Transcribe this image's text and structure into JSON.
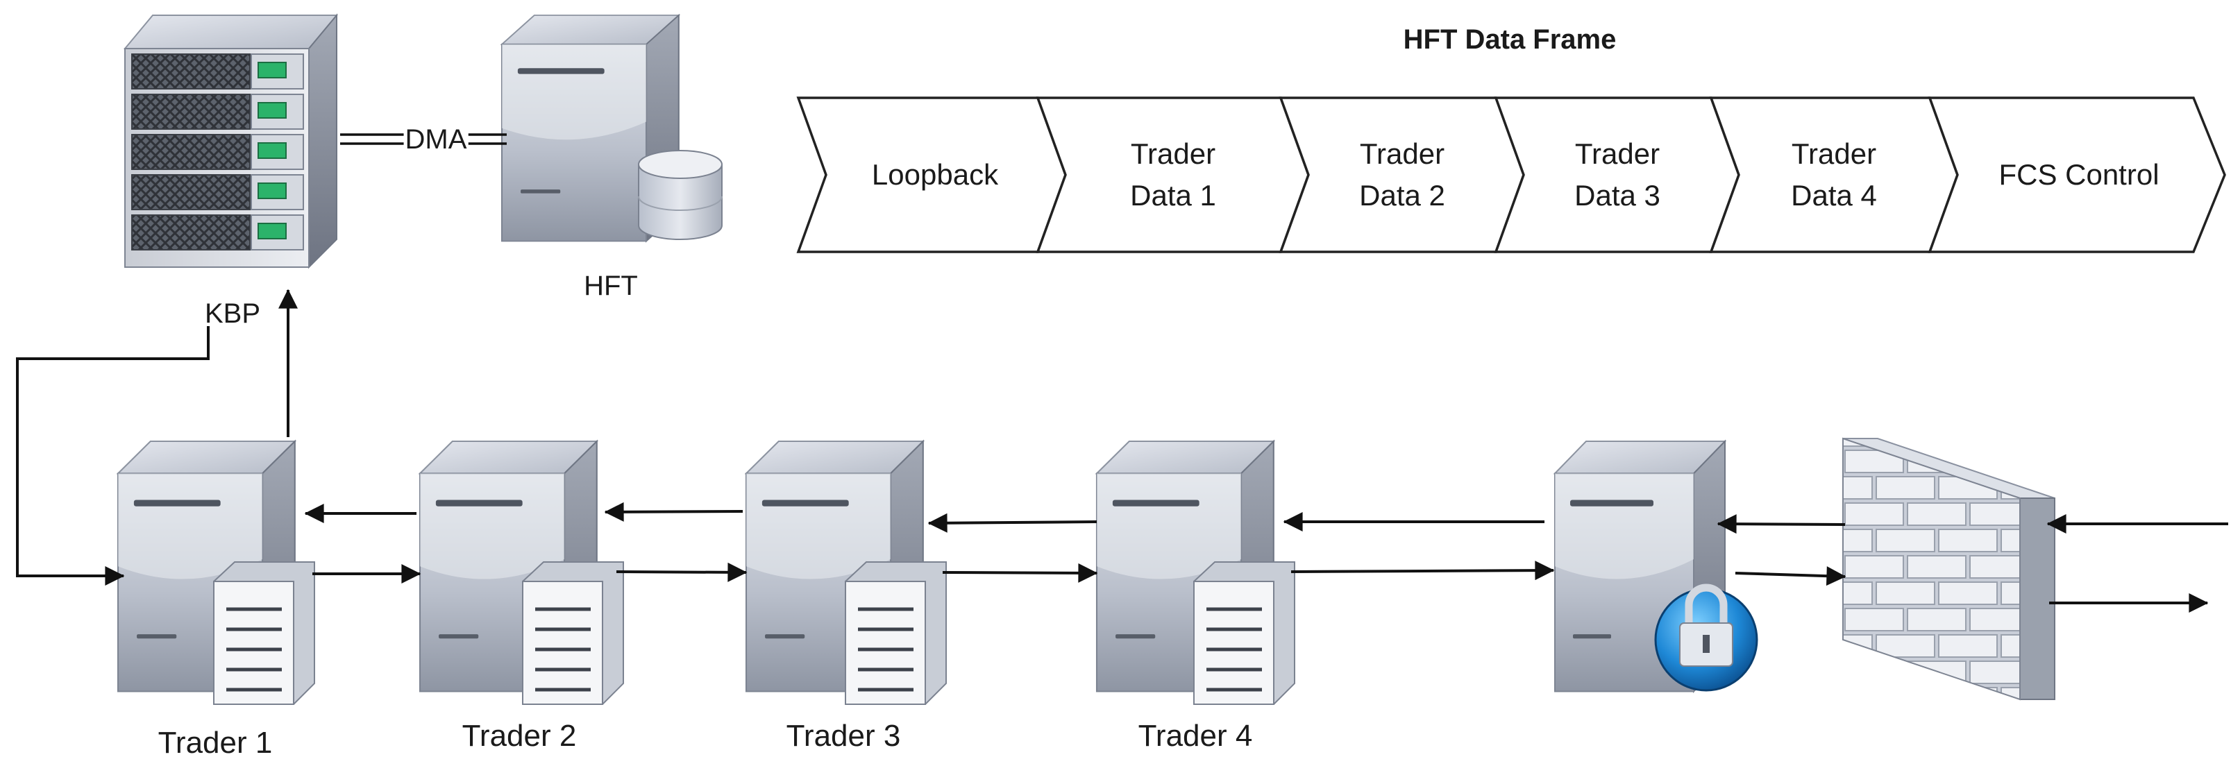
{
  "diagram": {
    "title": "HFT Data Frame",
    "dma_label": "DMA",
    "kbp_label": "KBP",
    "hft_label": "HFT",
    "frame_segments": [
      {
        "line1": "Loopback",
        "line2": ""
      },
      {
        "line1": "Trader",
        "line2": "Data 1"
      },
      {
        "line1": "Trader",
        "line2": "Data 2"
      },
      {
        "line1": "Trader",
        "line2": "Data 3"
      },
      {
        "line1": "Trader",
        "line2": "Data 4"
      },
      {
        "line1": "FCS Control",
        "line2": ""
      }
    ],
    "traders": [
      "Trader 1",
      "Trader 2",
      "Trader 3",
      "Trader 4"
    ]
  }
}
